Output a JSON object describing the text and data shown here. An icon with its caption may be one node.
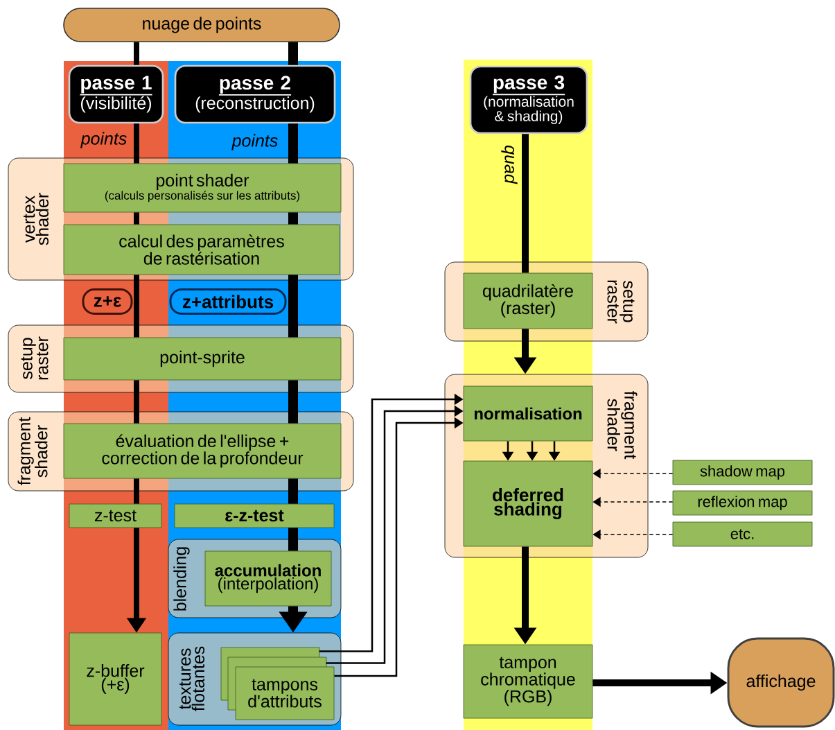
{
  "diagram": {
    "nodes": [
      {
        "text": [
          "nuage de points"
        ]
      },
      {
        "text": [
          "passe 1",
          "(visibilité)"
        ]
      },
      {
        "text": [
          "passe 2",
          "(reconstruction)"
        ]
      },
      {
        "text": [
          "vertex shader"
        ]
      },
      {
        "text": [
          "point shader",
          "(calculs personalisés sur les attributs)"
        ],
        "in": 3
      },
      {
        "text": [
          "calcul des paramètres de rastérisation"
        ],
        "in": 3
      },
      {
        "text": [
          "setup raster"
        ]
      },
      {
        "text": [
          "point-sprite"
        ],
        "in": 6
      },
      {
        "text": [
          "fragment shader"
        ]
      },
      {
        "text": [
          "évaluation de l'ellipse + correction de la profondeur"
        ],
        "in": 8
      },
      {
        "text": [
          "z-test"
        ]
      },
      {
        "text": [
          "ε-z-test"
        ]
      },
      {
        "text": [
          "blending"
        ]
      },
      {
        "text": [
          "accumulation",
          "(interpolation)"
        ],
        "in": 12
      },
      {
        "text": [
          "z-buffer (+ε)"
        ]
      },
      {
        "text": [
          "textures flotantes"
        ]
      },
      {
        "text": [
          "tampons d'attributs"
        ],
        "in": 15
      },
      {
        "text": [
          "passe 3",
          "(normalisation & shading)"
        ]
      },
      {
        "text": [
          "setup raster"
        ]
      },
      {
        "text": [
          "quadrilatère (raster)"
        ],
        "in": 18
      },
      {
        "text": [
          "fragment shader"
        ]
      },
      {
        "text": [
          "normalisation"
        ],
        "in": 20
      },
      {
        "text": [
          "deferred shading"
        ],
        "in": 20
      },
      {
        "text": [
          "shadow map"
        ]
      },
      {
        "text": [
          "reflexion map"
        ]
      },
      {
        "text": [
          "etc."
        ]
      },
      {
        "text": [
          "tampon chromatique (RGB)"
        ]
      },
      {
        "text": [
          "affichage"
        ]
      }
    ],
    "edges": [
      {
        "from": 0,
        "to": 1,
        "arrow": "none"
      },
      {
        "from": 1,
        "to": 4,
        "arrow": "none",
        "label": "points"
      },
      {
        "from": 4,
        "to": 5,
        "arrow": "none"
      },
      {
        "from": 5,
        "to": 7,
        "arrow": "none",
        "label": "z+ε"
      },
      {
        "from": 7,
        "to": 9,
        "arrow": "none"
      },
      {
        "from": 9,
        "to": 10,
        "arrow": "none"
      },
      {
        "from": 10,
        "to": 14,
        "arrow": "to"
      },
      {
        "from": 0,
        "to": 2,
        "arrow": "none"
      },
      {
        "from": 2,
        "to": 4,
        "arrow": "none",
        "label": "points"
      },
      {
        "from": 4,
        "to": 5,
        "arrow": "none"
      },
      {
        "from": 5,
        "to": 7,
        "arrow": "none",
        "label": "z+attributs"
      },
      {
        "from": 7,
        "to": 9,
        "arrow": "none"
      },
      {
        "from": 9,
        "to": 11,
        "arrow": "none"
      },
      {
        "from": 11,
        "to": 13,
        "arrow": "none"
      },
      {
        "from": 13,
        "to": 15,
        "arrow": "to"
      },
      {
        "from": 17,
        "to": 19,
        "arrow": "none",
        "label": "quad"
      },
      {
        "from": 19,
        "to": 20,
        "arrow": "to"
      },
      {
        "from": 16,
        "to": 21,
        "arrow": "to"
      },
      {
        "from": 16,
        "to": 21,
        "arrow": "to"
      },
      {
        "from": 16,
        "to": 21,
        "arrow": "to"
      },
      {
        "from": 21,
        "to": 22,
        "arrow": "to"
      },
      {
        "from": 21,
        "to": 22,
        "arrow": "to"
      },
      {
        "from": 21,
        "to": 22,
        "arrow": "to"
      },
      {
        "from": 22,
        "to": 26,
        "arrow": "to"
      },
      {
        "from": 26,
        "to": 27,
        "arrow": "to"
      },
      {
        "from": 23,
        "to": 22,
        "arrow": "to",
        "style": "dashed"
      },
      {
        "from": 24,
        "to": 22,
        "arrow": "to",
        "style": "dashed"
      },
      {
        "from": 25,
        "to": 22,
        "arrow": "to",
        "style": "dashed"
      }
    ]
  }
}
